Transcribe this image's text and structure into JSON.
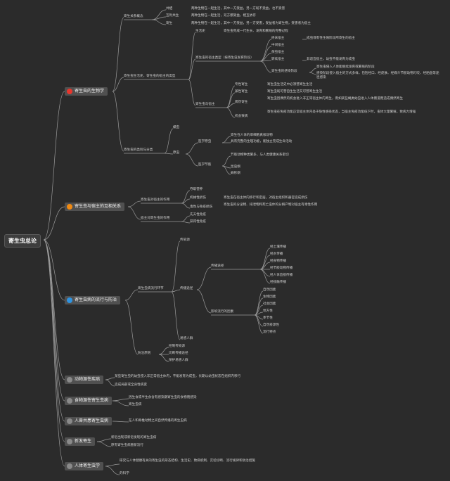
{
  "root": {
    "label": "寄生虫总论"
  },
  "colors": {
    "red": "#e8362d",
    "orange": "#f08a12",
    "blue": "#2f93e0",
    "grey": "#8a8a8a",
    "line": "#9a9a9a"
  },
  "branches": [
    {
      "label": "寄生虫的生物学",
      "dot": "red"
    },
    {
      "label": "寄生虫与宿主的互相关系",
      "dot": "orange"
    },
    {
      "label": "寄生虫病的流行与防治",
      "dot": "blue"
    },
    {
      "label": "动物源性疾病",
      "dot": "grey"
    },
    {
      "label": "食物源性寄生虫病",
      "dot": "grey"
    },
    {
      "label": "人兽共患寄生虫病",
      "dot": "grey"
    },
    {
      "label": "新发寄生",
      "dot": "grey"
    },
    {
      "label": "人体寄生虫学",
      "dot": "grey"
    }
  ],
  "nodes": {
    "b1_intro": "寄生关系概念",
    "b1_intro_1": "共栖",
    "b1_intro_1_t": "两种生物在一起生活，其中一方受益，另一方既不受益，也不受害",
    "b1_intro_2": "互利共生",
    "b1_intro_2_t": "两种生物在一起生活，双方都受益，相互依存",
    "b1_intro_3": "寄生",
    "b1_intro_3_t": "两种生物在一起生活，其中一方受益，另一方受害，受益者为寄生物，受害者为宿主",
    "b1_cycle": "寄生虫生活史，寄生虫的宿主的类型",
    "b1_cycle_1": "生活史",
    "b1_cycle_1_t": "寄生虫完成一代生长、发育和繁殖的完整过程",
    "b1_cycle_2": "寄生虫的宿主类型（按寄生虫发育阶段）",
    "b1_cycle_2a": "终末宿主",
    "b1_cycle_2a_t": "成虫或有性生殖阶段所寄生的宿主",
    "b1_cycle_2b": "中间宿主",
    "b1_cycle_2c": "保虫宿主",
    "b1_cycle_2d": "转续宿主",
    "b1_cycle_2d_t": "非适宜宿主，幼虫不能发育为成虫",
    "b1_cycle_2e": "寄生虫的感染阶段",
    "b1_cycle_2e_t1": "寄生虫侵入人体能继续发育或繁殖的阶段",
    "b1_cycle_2e_t2": "感染阶段侵入宿主的方式多样，包括经口、经皮肤、经媒介节肢动物叮咬、经胎盘等途径感染",
    "b1_cycle_3": "寄生虫与宿主",
    "b1_cycle_3a": "专性寄生",
    "b1_cycle_3a_t": "寄生虫生活史中必须营寄生生活",
    "b1_cycle_3b": "兼性寄生",
    "b1_cycle_3b_t": "寄生虫既可营自生生活又可营寄生生活",
    "b1_cycle_3c": "偶然寄生",
    "b1_cycle_3c_t": "寄生虫因偶然的机会进入非正常宿主体内寄生，例如某些蝇类幼虫进入人体肠道而造成偶然寄生",
    "b1_cycle_3d": "机会致病",
    "b1_cycle_3d_t": "寄生虫在免疫功能正常宿主体内处于隐性感染状态，当宿主免疫功能低下时，虫体大量繁殖，致病力增强",
    "b1_class": "寄生虫的类别与分类",
    "b1_class_1": "蠕虫",
    "b1_class_2": "原虫",
    "b1_class_2a": "医学原虫",
    "b1_class_2a_t1": "寄生在人体的单细胞真核动物",
    "b1_class_2a_t2": "具有完整的生理功能，能独立完成生命活动",
    "b1_class_2b": "医学节肢",
    "b1_class_2b_t1": "节肢动物种类繁多，与人类健康关系密切",
    "b1_class_2b_t2": "昆虫纲",
    "b1_class_2b_t3": "蛛形纲",
    "b2_1": "寄生虫对宿主的作用",
    "b2_1a": "夺取营养",
    "b2_1b": "机械性损伤",
    "b2_1b_t": "寄生虫在宿主体内移行和定居，对宿主组织和器官造成损伤",
    "b2_1c": "毒性与免疫损伤",
    "b2_1c_t": "寄生虫的分泌物、排泄物和死亡虫体的分解产物对宿主有毒性作用",
    "b2_2": "宿主对寄生虫的作用",
    "b2_2a": "先天性免疫",
    "b2_2b": "获得性免疫",
    "b3_1": "寄生虫病流行环节",
    "b3_1a": "传染源",
    "b3_1b": "传播途径",
    "b3_1b_1": "传播途径",
    "b3_1b_1a": "经土壤传播",
    "b3_1b_1b": "经水传播",
    "b3_1b_1c": "经食物传播",
    "b3_1b_1d": "经节肢动物传播",
    "b3_1b_1e": "经人体直接传播",
    "b3_1b_1f": "经接触传播",
    "b3_1b_2": "影响流行的因素",
    "b3_1b_2a": "自然因素",
    "b3_1b_2b": "生物因素",
    "b3_1b_2c": "社会因素",
    "b3_1b_2d": "地方性",
    "b3_1b_2e": "季节性",
    "b3_1b_2f": "自然疫源性",
    "b3_1b_2g": "流行特点",
    "b3_2": "防治原则",
    "b3_2a": "控制传染源",
    "b3_2b": "切断传播途径",
    "b3_2c": "保护易感人群",
    "b3_1c": "易感人群",
    "b4_t1": "某些寄生虫的幼虫侵入非正常宿主体内，不能发育为成虫，长期以幼虫状态在组织内移行",
    "b4_t2": "造成局部或全身性病变",
    "b5_t1": "因生食或半生食含有感染期寄生虫的食物而感染",
    "b5_t2": "寄生虫病",
    "b6_t": "在人和脊椎动物之间自然传播的寄生虫病",
    "b7_t1": "新近出现或新近发现的寄生虫病",
    "b7_t2": "原有寄生虫病重新流行",
    "b8_t1": "研究与人体健康有关的寄生虫的形态结构、生活史、致病机制、实验诊断、流行规律和防治措施",
    "b8_t2": "的科学"
  }
}
